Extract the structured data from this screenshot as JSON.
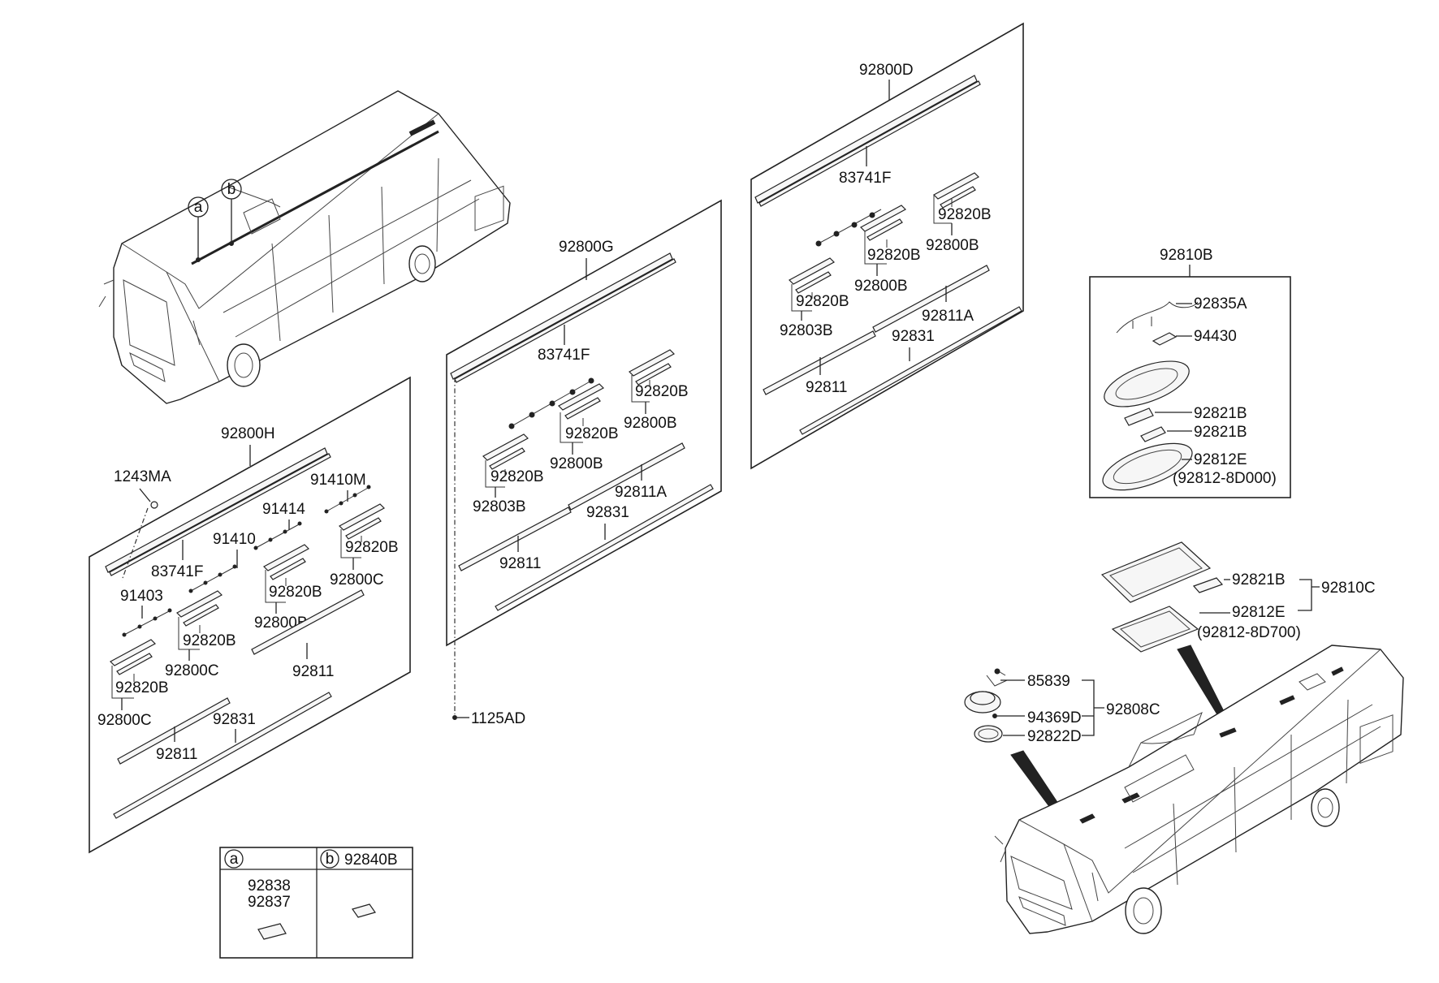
{
  "callouts": {
    "a": "a",
    "b": "b"
  },
  "labels": {
    "p92800D": "92800D",
    "p83741F_d": "83741F",
    "p92820B_d1": "92820B",
    "p92800B_d1": "92800B",
    "p92820B_d2": "92820B",
    "p92800B_d2": "92800B",
    "p92820B_d3": "92820B",
    "p92803B_d": "92803B",
    "p92811A_d": "92811A",
    "p92831_d": "92831",
    "p92811_d": "92811",
    "p92800G": "92800G",
    "p83741F_g": "83741F",
    "p92820B_g1": "92820B",
    "p92800B_g1": "92800B",
    "p92820B_g2": "92820B",
    "p92800B_g2": "92800B",
    "p92820B_g3": "92820B",
    "p92803B_g": "92803B",
    "p92811A_g": "92811A",
    "p92831_g": "92831",
    "p92811_g": "92811",
    "p1125AD": "1125AD",
    "p92800H": "92800H",
    "p1243MA": "1243MA",
    "p91410M": "91410M",
    "p91414": "91414",
    "p91410": "91410",
    "p83741F_h": "83741F",
    "p92820B_h1": "92820B",
    "p92800C_h1": "92800C",
    "p91403": "91403",
    "p92820B_h2": "92820B",
    "p92800B_h": "92800B",
    "p92820B_h3": "92820B",
    "p92800C_h2": "92800C",
    "p92811_h1": "92811",
    "p92820B_h4": "92820B",
    "p92800C_h3": "92800C",
    "p92831_h": "92831",
    "p92811_h2": "92811",
    "p92810B": "92810B",
    "p92835A": "92835A",
    "p94430": "94430",
    "p92821B_1": "92821B",
    "p92821B_2": "92821B",
    "p92812E_1": "92812E",
    "p92812_8D000": "(92812-8D000)",
    "p92821B_3": "92821B",
    "p92810C": "92810C",
    "p92812E_2": "92812E",
    "p92812_8D700": "(92812-8D700)",
    "p85839": "85839",
    "p92808C": "92808C",
    "p94369D": "94369D",
    "p92822D": "92822D"
  },
  "legend": {
    "a_key": "a",
    "b_key": "b",
    "b_part": "92840B",
    "a_part1": "92838",
    "a_part2": "92837"
  }
}
